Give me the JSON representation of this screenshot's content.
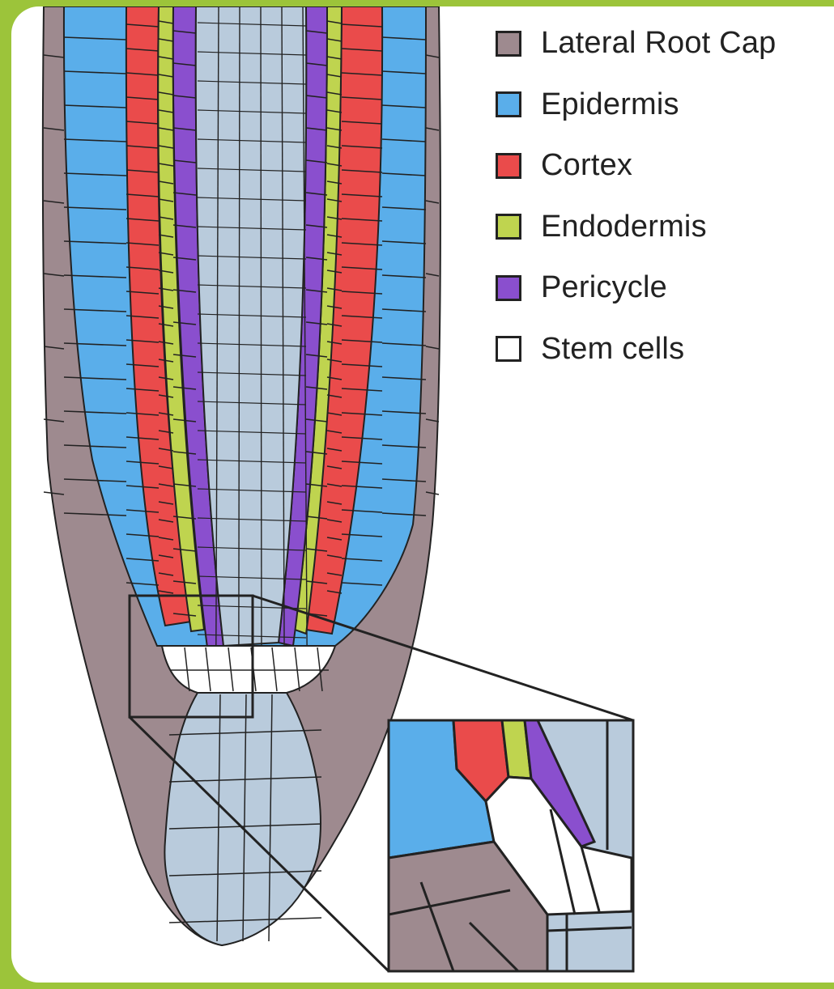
{
  "legend": {
    "items": [
      {
        "key": "lateral_root_cap",
        "label": "Lateral Root Cap",
        "color": "#9e8a8f"
      },
      {
        "key": "epidermis",
        "label": "Epidermis",
        "color": "#5aaeea"
      },
      {
        "key": "cortex",
        "label": "Cortex",
        "color": "#ea4b4b"
      },
      {
        "key": "endodermis",
        "label": "Endodermis",
        "color": "#bfd44f"
      },
      {
        "key": "pericycle",
        "label": "Pericycle",
        "color": "#8a4fce"
      },
      {
        "key": "stem_cells",
        "label": "Stem cells",
        "color": "#ffffff"
      }
    ]
  },
  "colors": {
    "frame": "#9cc43a",
    "stele": "#b9cbdc",
    "outline": "#222222"
  }
}
